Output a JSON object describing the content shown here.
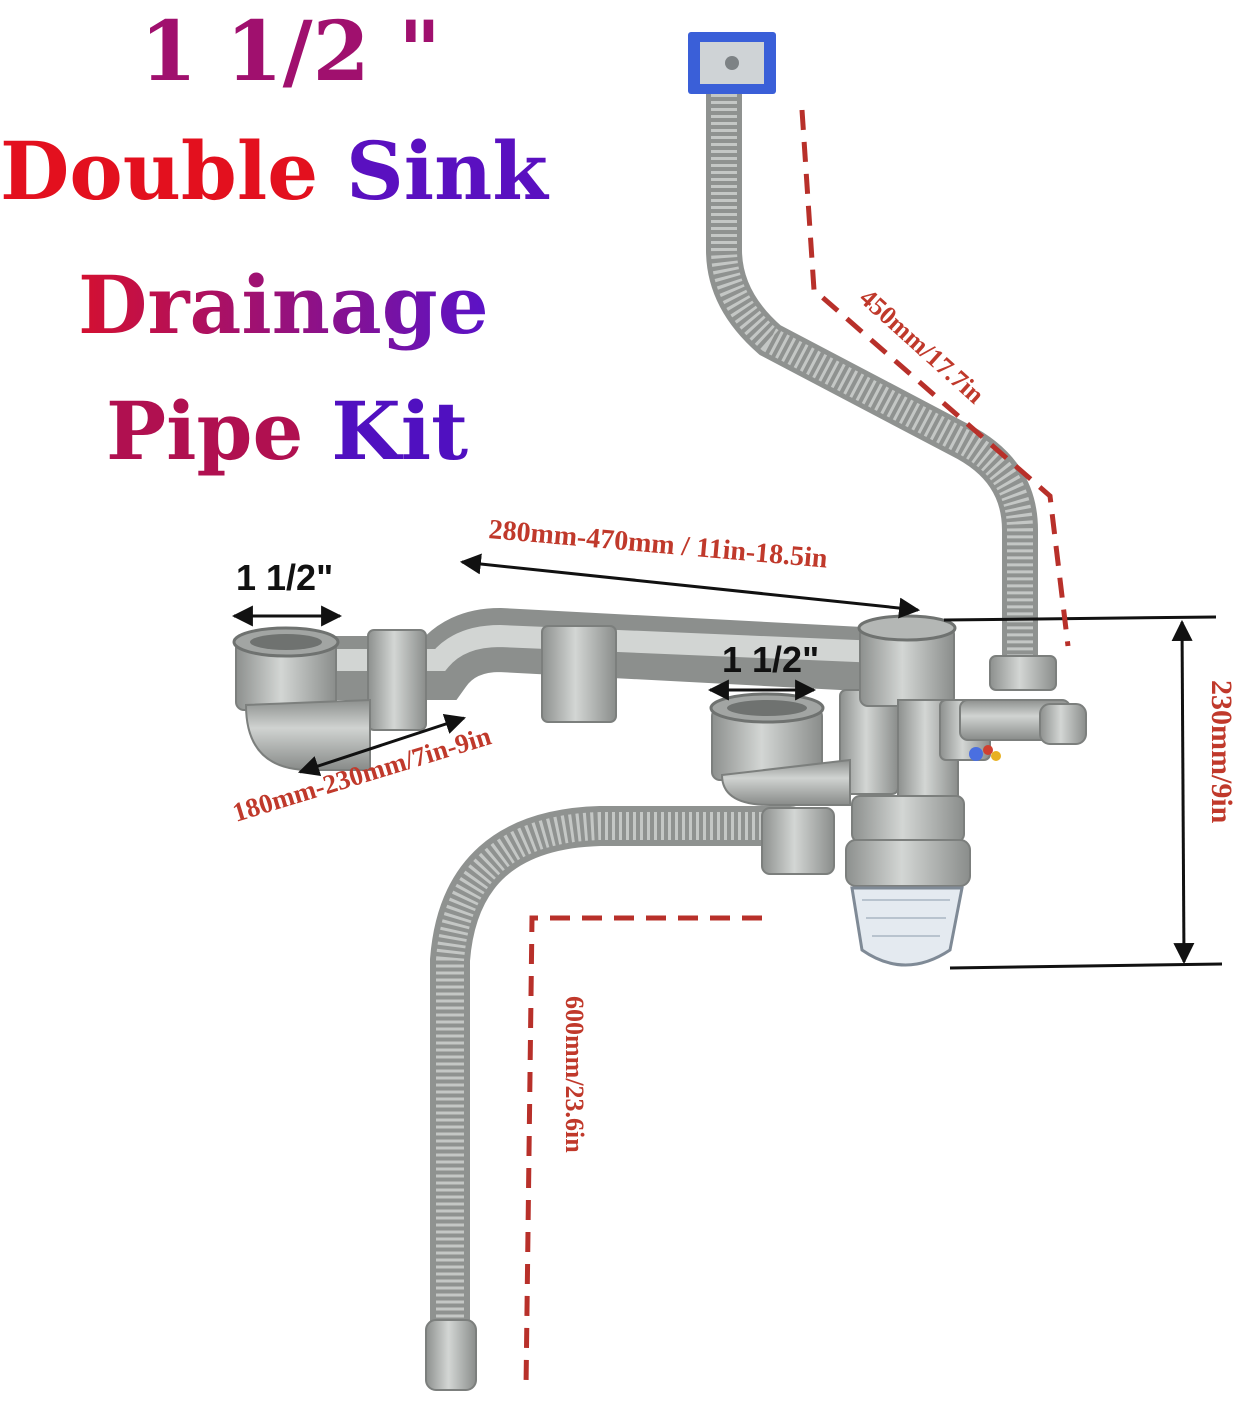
{
  "title": {
    "line1": "1 1/2 \"",
    "line2_word1": "Double",
    "line2_word2": "Sink",
    "line3": "Drainage",
    "line4_word1": "Pipe",
    "line4_word2": "Kit"
  },
  "dimensions": {
    "inlet_left": "1 1/2\"",
    "inlet_right": "1 1/2\"",
    "span": "280mm-470mm / 11in-18.5in",
    "branch": "180mm-230mm/7in-9in",
    "overflow_hose": "450mm/17.7in",
    "height": "230mm/9in",
    "outlet_hose": "600mm/23.6in"
  },
  "colors": {
    "title_red": "#e8101e",
    "title_crimson": "#b8104a",
    "title_purple": "#8a10a0",
    "title_violet": "#4a10c8",
    "dimension_red": "#c0392b",
    "pipe_grey": "#a7aaa8",
    "overflow_blue": "#3a5fd8"
  }
}
